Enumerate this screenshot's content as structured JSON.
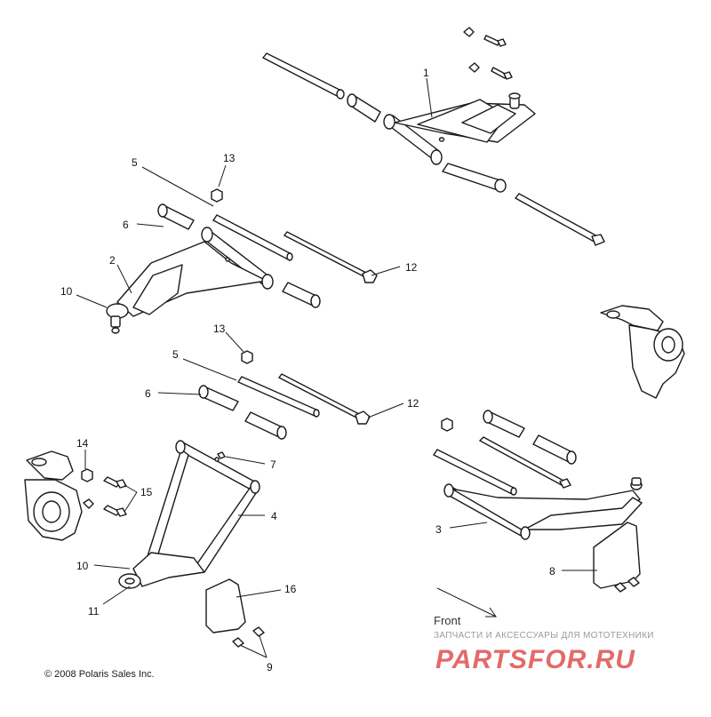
{
  "callouts": {
    "c1": "1",
    "c2": "2",
    "c3": "3",
    "c4": "4",
    "c5a": "5",
    "c5b": "5",
    "c6a": "6",
    "c6b": "6",
    "c7": "7",
    "c8": "8",
    "c9": "9",
    "c10a": "10",
    "c10b": "10",
    "c11": "11",
    "c12a": "12",
    "c12b": "12",
    "c13a": "13",
    "c13b": "13",
    "c14": "14",
    "c15": "15",
    "c16": "16"
  },
  "direction_label": "Front",
  "copyright": "© 2008 Polaris Sales Inc.",
  "watermark": {
    "caption": "ЗАПЧАСТИ И АКСЕССУАРЫ ДЛЯ МОТОТЕХНИКИ",
    "logo": "PARTSFOR.RU"
  },
  "colors": {
    "line": "#1a1a1a",
    "watermark_red": "#e36a6a",
    "watermark_gray": "#9b9b9b"
  }
}
